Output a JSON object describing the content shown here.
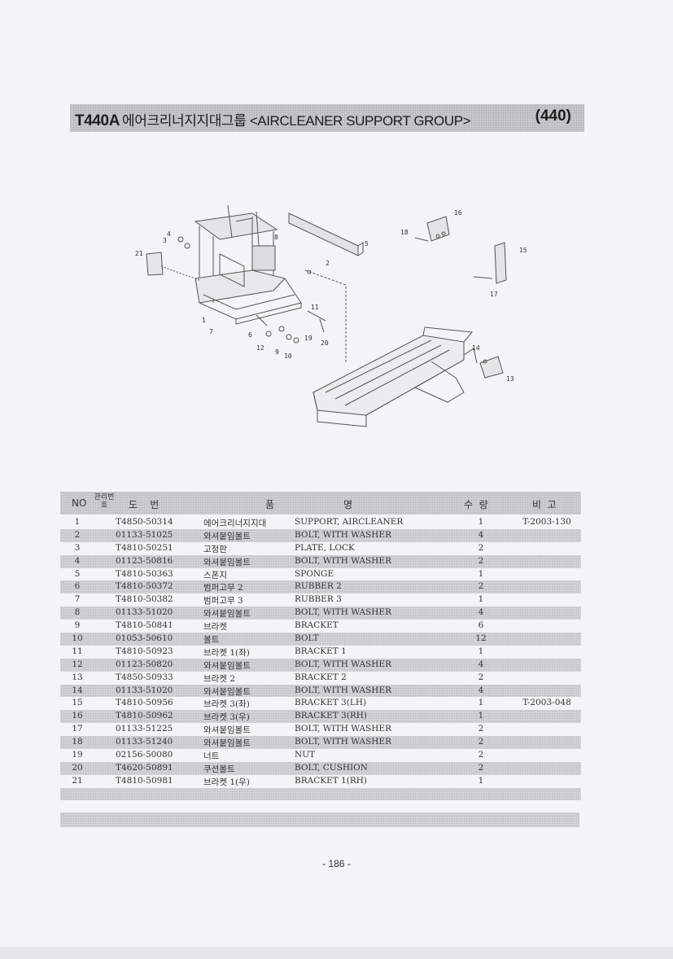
{
  "header": {
    "model": "T440A",
    "title": "에어크리너지지대그룹 <AIRCLEANER SUPPORT GROUP>",
    "number": "(440)"
  },
  "diagram": {
    "callouts": [
      "1",
      "2",
      "3",
      "4",
      "5",
      "6",
      "7",
      "8",
      "9",
      "10",
      "11",
      "12",
      "13",
      "14",
      "15",
      "16",
      "17",
      "18",
      "19",
      "20",
      "21"
    ]
  },
  "table": {
    "headers": {
      "no": "NO",
      "mgmt": "관리번호",
      "part_no": "도    번",
      "name_a": "품",
      "name_b": "명",
      "qty": "수  량",
      "remark": "비  고"
    },
    "rows": [
      {
        "no": "1",
        "part": "T4850-50314",
        "kr": "에어크리너지지대",
        "en": "SUPPORT, AIRCLEANER",
        "qty": "1",
        "remark": "T-2003-130"
      },
      {
        "no": "2",
        "part": "01133-51025",
        "kr": "와셔붙임볼트",
        "en": "BOLT, WITH WASHER",
        "qty": "4",
        "remark": ""
      },
      {
        "no": "3",
        "part": "T4810-50251",
        "kr": "고정판",
        "en": "PLATE, LOCK",
        "qty": "2",
        "remark": ""
      },
      {
        "no": "4",
        "part": "01123-50816",
        "kr": "와셔붙임볼트",
        "en": "BOLT, WITH WASHER",
        "qty": "2",
        "remark": ""
      },
      {
        "no": "5",
        "part": "T4810-50363",
        "kr": "스폰지",
        "en": "SPONGE",
        "qty": "1",
        "remark": ""
      },
      {
        "no": "6",
        "part": "T4810-50372",
        "kr": "범퍼고무 2",
        "en": "RUBBER 2",
        "qty": "2",
        "remark": ""
      },
      {
        "no": "7",
        "part": "T4810-50382",
        "kr": "범퍼고무 3",
        "en": "RUBBER 3",
        "qty": "1",
        "remark": ""
      },
      {
        "no": "8",
        "part": "01133-51020",
        "kr": "와셔붙임볼트",
        "en": "BOLT, WITH WASHER",
        "qty": "4",
        "remark": ""
      },
      {
        "no": "9",
        "part": "T4810-50841",
        "kr": "브라켓",
        "en": "BRACKET",
        "qty": "6",
        "remark": ""
      },
      {
        "no": "10",
        "part": "01053-50610",
        "kr": "볼트",
        "en": "BOLT",
        "qty": "12",
        "remark": ""
      },
      {
        "no": "11",
        "part": "T4810-50923",
        "kr": "브라켓 1(좌)",
        "en": "BRACKET 1",
        "qty": "1",
        "remark": ""
      },
      {
        "no": "12",
        "part": "01123-50820",
        "kr": "와셔붙임볼트",
        "en": "BOLT, WITH WASHER",
        "qty": "4",
        "remark": ""
      },
      {
        "no": "13",
        "part": "T4850-50933",
        "kr": "브라켓 2",
        "en": "BRACKET 2",
        "qty": "2",
        "remark": ""
      },
      {
        "no": "14",
        "part": "01133-51020",
        "kr": "와셔붙임볼트",
        "en": "BOLT, WITH WASHER",
        "qty": "4",
        "remark": ""
      },
      {
        "no": "15",
        "part": "T4810-50956",
        "kr": "브라켓 3(좌)",
        "en": "BRACKET 3(LH)",
        "qty": "1",
        "remark": "T-2003-048"
      },
      {
        "no": "16",
        "part": "T4810-50962",
        "kr": "브라켓 3(우)",
        "en": "BRACKET 3(RH)",
        "qty": "1",
        "remark": ""
      },
      {
        "no": "17",
        "part": "01133-51225",
        "kr": "와셔붙임볼트",
        "en": "BOLT, WITH WASHER",
        "qty": "2",
        "remark": ""
      },
      {
        "no": "18",
        "part": "01133-51240",
        "kr": "와셔붙임볼트",
        "en": "BOLT, WITH WASHER",
        "qty": "2",
        "remark": ""
      },
      {
        "no": "19",
        "part": "02156-50080",
        "kr": "너트",
        "en": "NUT",
        "qty": "2",
        "remark": ""
      },
      {
        "no": "20",
        "part": "T4620-50891",
        "kr": "쿠션볼트",
        "en": "BOLT, CUSHION",
        "qty": "2",
        "remark": ""
      },
      {
        "no": "21",
        "part": "T4810-50981",
        "kr": "브라켓 1(우)",
        "en": "BRACKET 1(RH)",
        "qty": "1",
        "remark": ""
      }
    ]
  },
  "footer": {
    "page": "- 186 -"
  }
}
